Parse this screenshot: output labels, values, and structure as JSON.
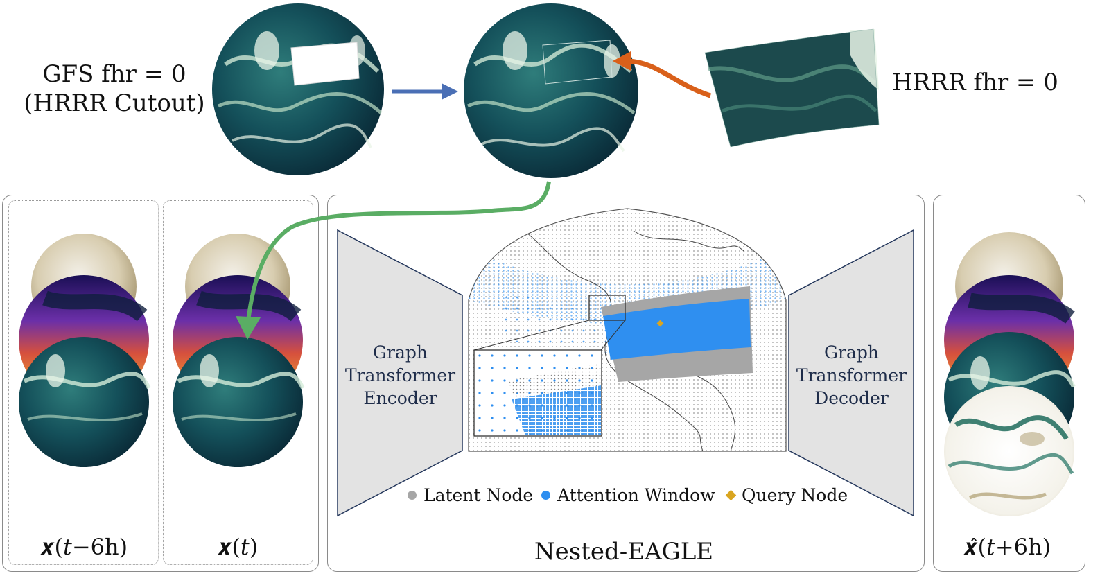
{
  "top": {
    "gfs_label_line1": "GFS fhr = 0",
    "gfs_label_line2": "(HRRR Cutout)",
    "hrrr_label": "HRRR fhr = 0"
  },
  "inputs": {
    "caption_prev": "𝒙(𝑡−6h)",
    "caption_curr": "𝒙(𝑡)"
  },
  "model": {
    "encoder_line1": "Graph",
    "encoder_line2": "Transformer",
    "encoder_line3": "Encoder",
    "decoder_line1": "Graph",
    "decoder_line2": "Transformer",
    "decoder_line3": "Decoder",
    "title": "Nested-EAGLE",
    "legend": {
      "latent": "Latent Node",
      "attention": "Attention Window",
      "query": "Query Node"
    }
  },
  "output": {
    "caption": "𝒙̂(𝑡+6h)"
  },
  "colors": {
    "arrow_blue": "#4a6fb5",
    "arrow_orange": "#d9601a",
    "arrow_green": "#5aad64",
    "latent_gray": "#a6a6a6",
    "attention_blue": "#2f8ff0",
    "query_gold": "#d9a520"
  }
}
